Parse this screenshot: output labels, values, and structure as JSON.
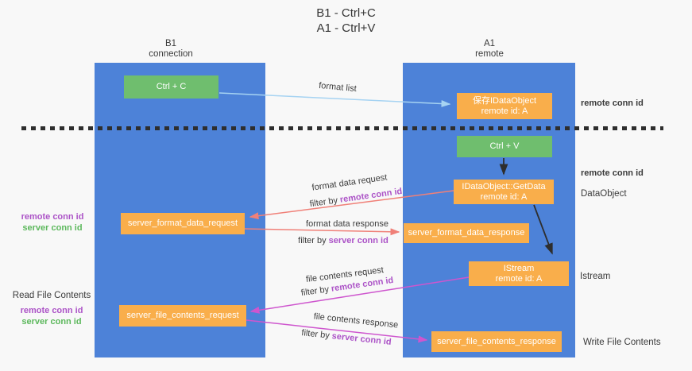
{
  "title": {
    "line1": "B1 - Ctrl+C",
    "line2": "A1 - Ctrl+V"
  },
  "lifelines": {
    "b1": {
      "name": "B1",
      "subtitle": "connection"
    },
    "a1": {
      "name": "A1",
      "subtitle": "remote"
    }
  },
  "nodes": {
    "ctrl_c": {
      "label": "Ctrl + C"
    },
    "store_dataobject": {
      "line1": "保存IDataObject",
      "line2": "remote id: A"
    },
    "ctrl_v": {
      "label": "Ctrl + V"
    },
    "getdata": {
      "line1": "IDataObject::GetData",
      "line2": "remote id: A"
    },
    "format_request": {
      "label": "server_format_data_request"
    },
    "format_response": {
      "label": "server_format_data_response"
    },
    "istream": {
      "line1": "IStream",
      "line2": "remote id: A"
    },
    "file_request": {
      "label": "server_file_contents_request"
    },
    "file_response": {
      "label": "server_file_contents_response"
    }
  },
  "flow_labels": {
    "format_list": "format list",
    "format_data_request": "format data request",
    "format_data_response": "format data response",
    "file_contents_request": "file contents request",
    "file_contents_response": "file contents response",
    "filter_by": "filter by",
    "remote_conn_id": "remote conn id",
    "server_conn_id": "server conn id"
  },
  "margin_labels": {
    "left_format": {
      "remote": "remote conn id",
      "server": "server conn id"
    },
    "left_file": {
      "title": "Read File Contents",
      "remote": "remote conn id",
      "server": "server conn id"
    },
    "right_store_remote": "remote conn id",
    "right_getdata_remote": "remote conn id",
    "right_dataobject": "DataObject",
    "right_istream": "Istream",
    "right_write_file": "Write File Contents"
  },
  "colors": {
    "background": "#f8f8f8",
    "lane_blue": "#4d82d8",
    "box_orange": "#f9ae4b",
    "box_green": "#6fbe6e",
    "text_purple": "#ac53c7",
    "text_green": "#5cb85c",
    "arrow_salmon": "#f08078",
    "arrow_magenta": "#ce56ce",
    "arrow_lightblue": "#a6d3f2",
    "arrow_black": "#2e2e2e"
  }
}
